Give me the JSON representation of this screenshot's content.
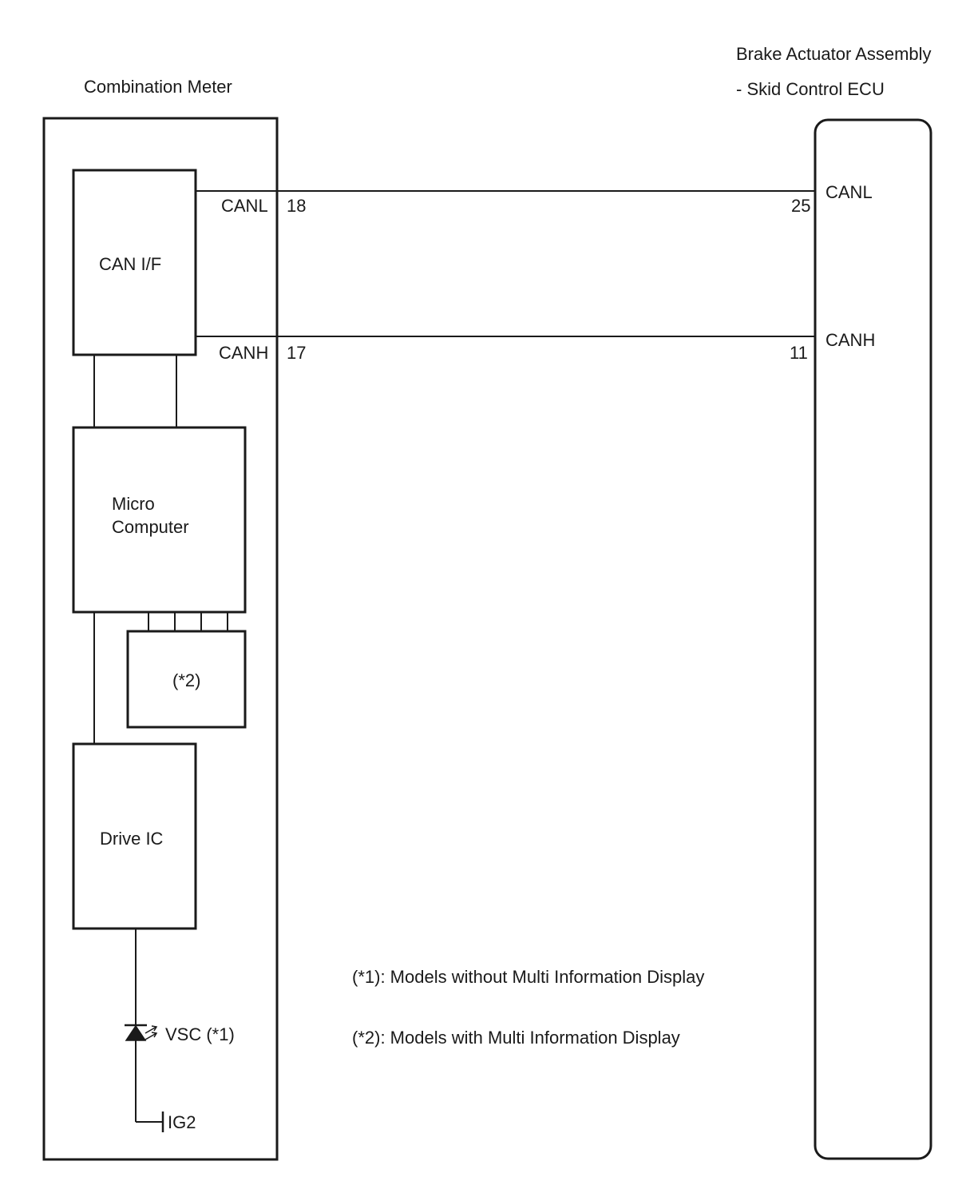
{
  "combination_meter": {
    "title": "Combination Meter",
    "can_if": "CAN I/F",
    "micro_computer": [
      "Micro",
      "Computer"
    ],
    "mid_box": "(*2)",
    "drive_ic": "Drive IC",
    "vsc_label": "VSC (*1)",
    "ig2_label": "IG2",
    "pins": {
      "canl_label": "CANL",
      "canl_number": "18",
      "canh_label": "CANH",
      "canh_number": "17"
    }
  },
  "brake_actuator": {
    "title_line1": "Brake Actuator Assembly",
    "title_line2": "- Skid Control ECU",
    "pins": {
      "canl_number": "25",
      "canl_label": "CANL",
      "canh_number": "11",
      "canh_label": "CANH"
    }
  },
  "notes": [
    "(*1): Models without Multi Information Display",
    "(*2): Models with Multi Information Display"
  ]
}
